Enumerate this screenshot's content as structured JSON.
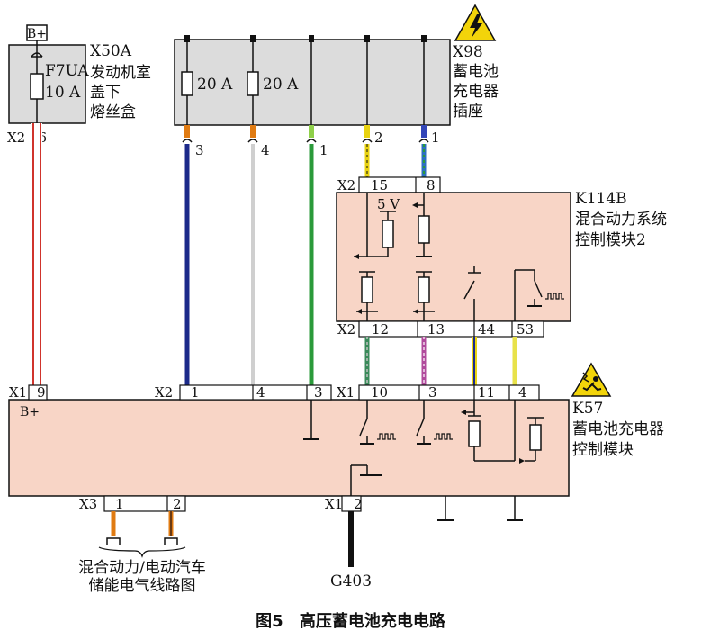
{
  "connectors": {
    "x50a": {
      "id": "X50A",
      "name_lines": [
        "发动机室",
        "盖下",
        "熔丝盒"
      ],
      "fuse_id": "F7UA",
      "fuse_rating": "10 A",
      "supply": "B+"
    },
    "x98": {
      "id": "X98",
      "name_lines": [
        "蓄电池",
        "充电器",
        "插座"
      ],
      "fuse_left": "20 A",
      "fuse_right": "20 A"
    },
    "k114b": {
      "id": "K114B",
      "name_lines": [
        "混合动力系统",
        "控制模块2"
      ],
      "voltage": "5 V"
    },
    "k57": {
      "id": "K57",
      "name_lines": [
        "蓄电池充电器",
        "控制模块"
      ],
      "supply": "B+"
    }
  },
  "pins": {
    "x2_56": "X2 56",
    "x98_3": "3",
    "x98_4": "4",
    "x98_1": "1",
    "x98_2": "2",
    "x98_1b": "1",
    "k114_x2_top": "X2",
    "k114_15": "15",
    "k114_8": "8",
    "k114_x2_bot": "X2",
    "k114_12": "12",
    "k114_13": "13",
    "k114_44": "44",
    "k114_53": "53",
    "k57_x1a": "X1",
    "k57_9": "9",
    "k57_x2": "X2",
    "k57_x2_1": "1",
    "k57_x2_4": "4",
    "k57_x2_3": "3",
    "k57_x1b": "X1",
    "k57_10": "10",
    "k57_3": "3",
    "k57_11": "11",
    "k57_4": "4",
    "k57_x3": "X3",
    "k57_x3_1": "1",
    "k57_x3_2": "2",
    "k57_x1c": "X1",
    "k57_2": "2"
  },
  "ground_label": "G403",
  "ref_lines": [
    "混合动力/电动汽车",
    "储能电气线路图"
  ],
  "caption": {
    "figure": "图5",
    "title": "高压蓄电池充电电路"
  },
  "colors": {
    "module_fill": "#f8d5c6",
    "fuse_box_fill": "#dcdcdc",
    "wire_red": "#d0342c",
    "wire_blue": "#1c2a8a",
    "wire_white": "#cfcfcf",
    "wire_green": "#2a9a3a",
    "wire_orange": "#e07b12",
    "wire_yellow": "#e8d210",
    "wire_violet": "#b04a9c",
    "wire_black": "#111111"
  },
  "icons": [
    "high-voltage-warning-icon",
    "electric-shock-warning-icon",
    "ground-symbol-icon",
    "fuse-icon",
    "switch-icon",
    "pwm-signal-icon"
  ]
}
